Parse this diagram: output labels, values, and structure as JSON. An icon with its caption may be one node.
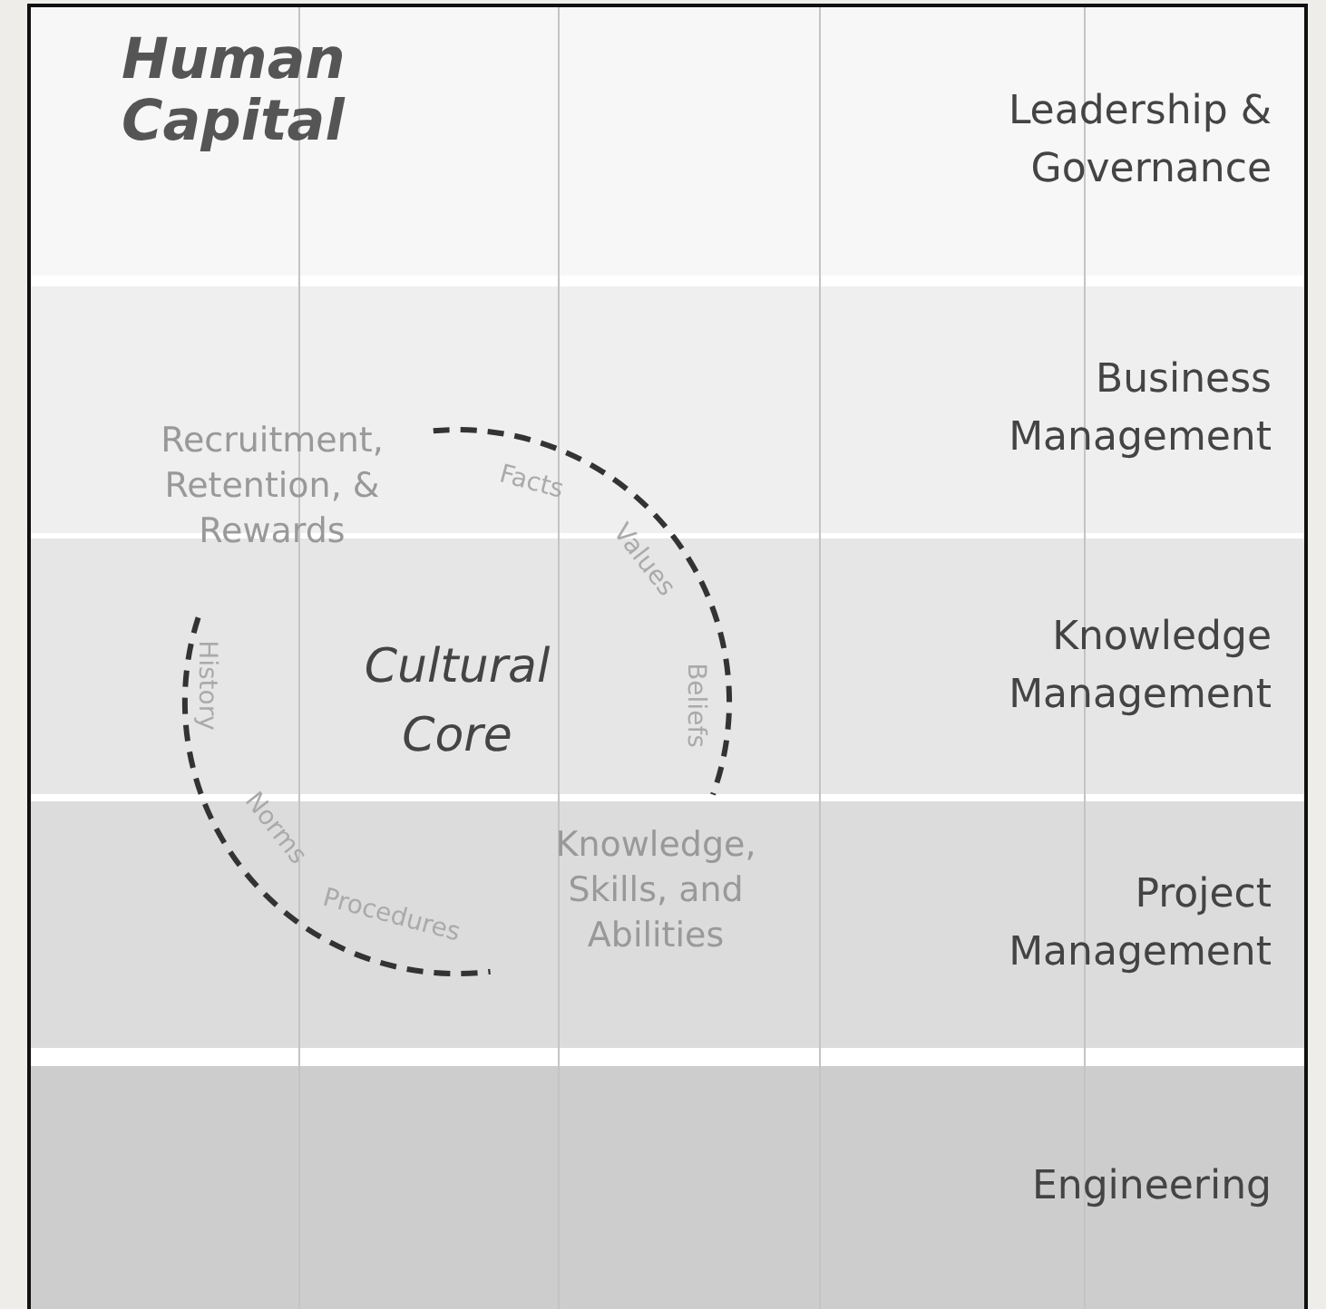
{
  "diagram": {
    "title": "Human Capital",
    "nodes": [
      {
        "text": [
          "Leadership & Governance"
        ]
      },
      {
        "text": [
          "Business Management"
        ]
      },
      {
        "text": [
          "Knowledge Management"
        ]
      },
      {
        "text": [
          "Project Management"
        ]
      },
      {
        "text": [
          "Engineering"
        ]
      },
      {
        "text": [
          "Cultural Core"
        ]
      }
    ],
    "edges": [],
    "labels": [
      "Recruitment, Retention, & Rewards",
      "Facts",
      "Values",
      "History",
      "Beliefs",
      "Norms",
      "Procedures",
      "Knowledge, Skills, and Abilities"
    ]
  }
}
